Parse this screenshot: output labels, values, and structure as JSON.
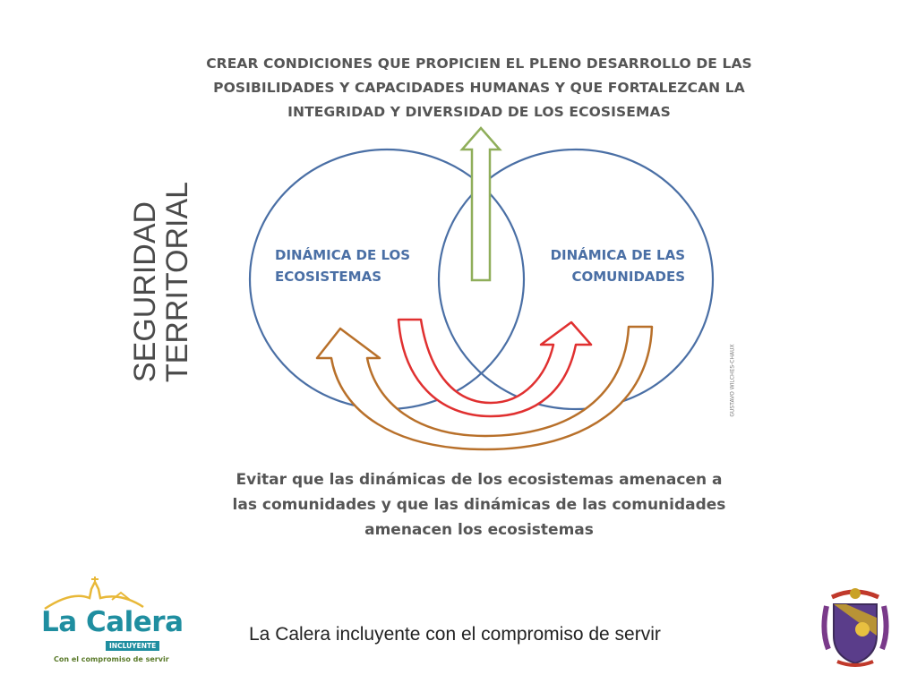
{
  "diagram": {
    "top_text": [
      "CREAR CONDICIONES QUE PROPICIEN EL PLENO DESARROLLO DE LAS",
      "POSIBILIDADES Y CAPACIDADES HUMANAS Y QUE FORTALEZCAN LA",
      "INTEGRIDAD Y DIVERSIDAD DE LOS ECOSISEMAS"
    ],
    "vertical_label": [
      "SEGURIDAD",
      "TERRITORIAL"
    ],
    "left_circle_label": [
      "DINÁMICA DE LOS",
      "ECOSISTEMAS"
    ],
    "right_circle_label": [
      "DINÁMICA DE LAS",
      "COMUNIDADES"
    ],
    "bottom_text": [
      "Evitar que las dinámicas de los ecosistemas amenacen a",
      "las comunidades y que las dinámicas de las comunidades",
      "amenacen los ecosistemas"
    ],
    "signature": "GUSTAVO WILCHES-CHAUX",
    "colors": {
      "circle": "#4a6fa5",
      "up_arrow": "#8fae5a",
      "red_arrow": "#e03030",
      "brown_arrow": "#b8702a",
      "label": "#4a6fa5",
      "text": "#555555"
    }
  },
  "footer": {
    "text": "La Calera incluyente con el compromiso de servir",
    "logo": {
      "title": "La Calera",
      "subtitle": "INCLUYENTE",
      "tagline": "Con el compromiso de servir"
    },
    "crest_icon": "coat-of-arms-icon"
  }
}
